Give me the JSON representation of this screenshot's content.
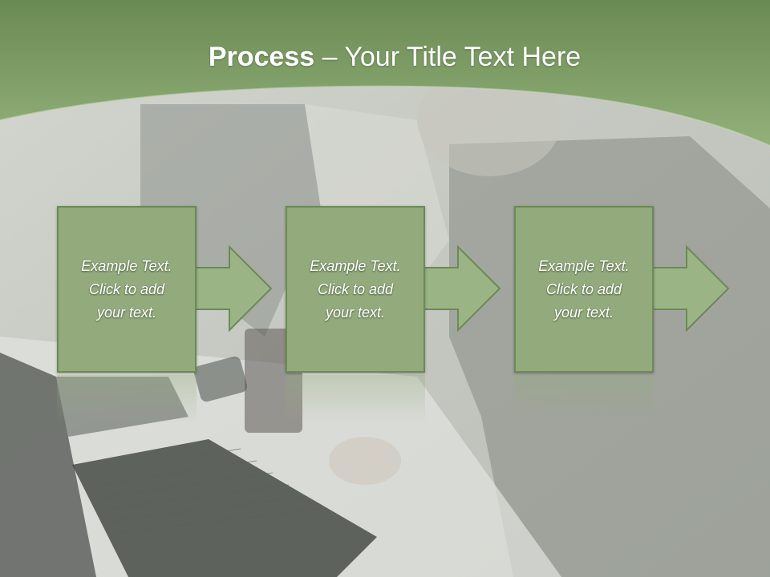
{
  "title": {
    "bold": "Process",
    "separator": " – ",
    "rest": "Your Title Text Here"
  },
  "steps": [
    {
      "line1": "Example Text.",
      "line2": "Click  to add",
      "line3": "your text."
    },
    {
      "line1": "Example Text.",
      "line2": "Click  to add",
      "line3": "your text."
    },
    {
      "line1": "Example Text.",
      "line2": "Click  to add",
      "line3": "your text."
    }
  ],
  "colors": {
    "header_green": "#7a9c62",
    "box_fill": "#93ab7c",
    "box_border": "#6b8a56",
    "arrow_fill": "#9ab485"
  }
}
